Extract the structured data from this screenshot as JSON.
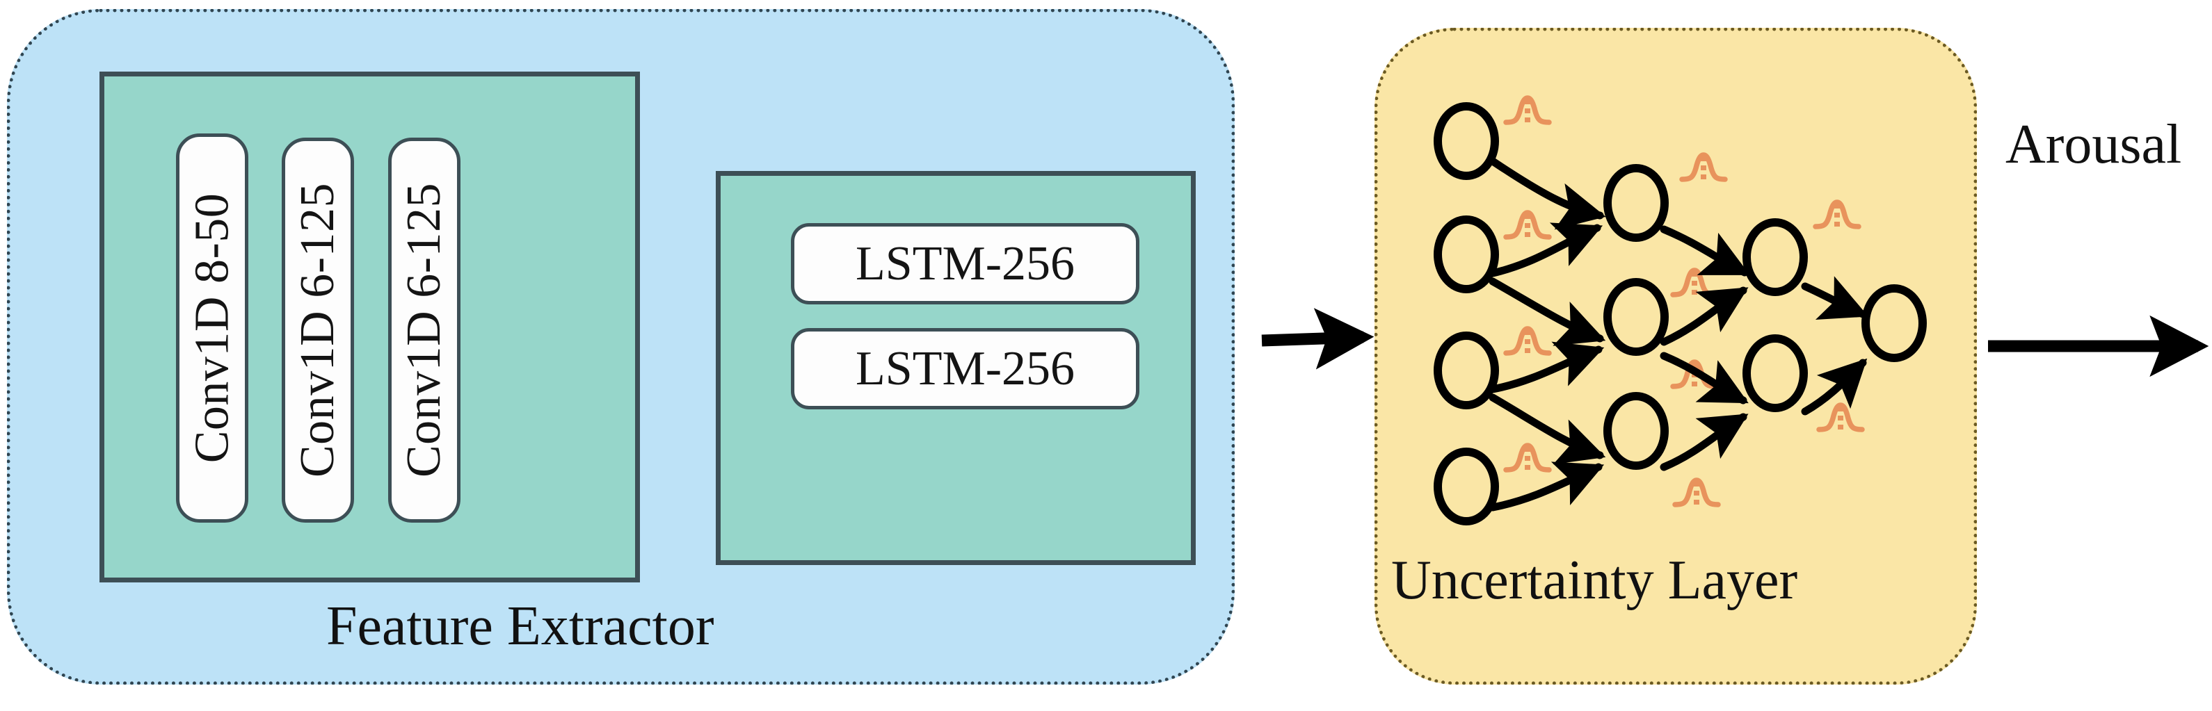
{
  "diagram": {
    "title": "Feature Extractor and Uncertainty Layer architecture",
    "colors": {
      "feature_panel_fill": "#bde2f7",
      "uncertainty_panel_fill": "#fae6a6",
      "inner_block_fill": "#96d6ca",
      "chip_fill": "#fdfdfd",
      "stroke_dark": "#3d4f56",
      "gaussian_orange": "#e8935c",
      "arrow_black": "#000000"
    }
  },
  "feature_extractor": {
    "caption": "Feature Extractor",
    "conv_block": {
      "name": "conv-block",
      "chips": [
        {
          "label": "Conv1D 8-50"
        },
        {
          "label": "Conv1D 6-125"
        },
        {
          "label": "Conv1D 6-125"
        }
      ]
    },
    "lstm_block": {
      "name": "lstm-block",
      "chips": [
        {
          "label": "LSTM-256"
        },
        {
          "label": "LSTM-256"
        }
      ]
    }
  },
  "uncertainty_layer": {
    "caption": "Uncertainty Layer",
    "network": {
      "layers": [
        {
          "name": "input-layer",
          "node_count": 4
        },
        {
          "name": "hidden-layer-1",
          "node_count": 3
        },
        {
          "name": "hidden-layer-2",
          "node_count": 2
        },
        {
          "name": "output-layer",
          "node_count": 1
        }
      ],
      "gaussian_marker_count": 10,
      "node_shape": "ellipse"
    }
  },
  "connectors": {
    "feature_to_uncertainty": {
      "name": "arrow-feature-to-uncertainty",
      "label": ""
    },
    "output": {
      "name": "arrow-output",
      "label": "Arousal"
    }
  }
}
